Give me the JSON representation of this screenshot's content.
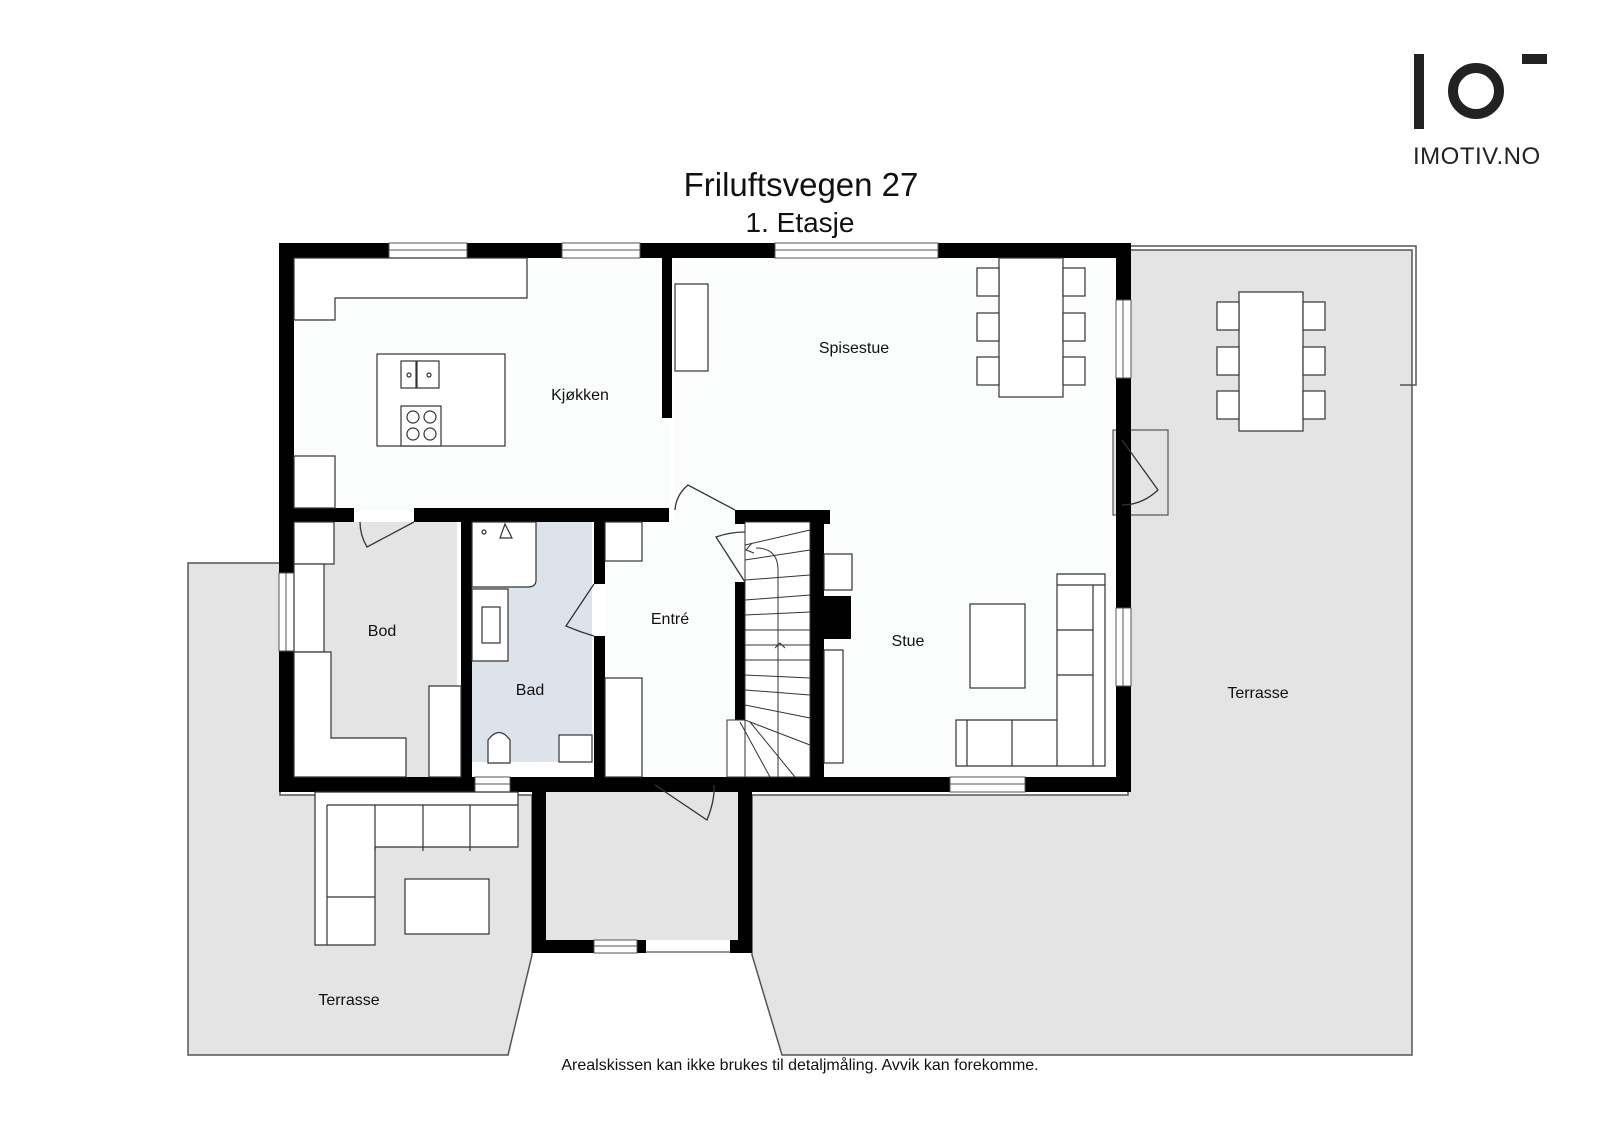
{
  "header": {
    "title": "Friluftsvegen 27",
    "subtitle": "1. Etasje"
  },
  "logo": {
    "icon": "imotiv-logo-icon",
    "text": "IMOTIV.NO"
  },
  "rooms": [
    {
      "id": "kjokken",
      "label": "Kjøkken"
    },
    {
      "id": "spisestue",
      "label": "Spisestue"
    },
    {
      "id": "bod",
      "label": "Bod"
    },
    {
      "id": "bad",
      "label": "Bad"
    },
    {
      "id": "entre",
      "label": "Entré"
    },
    {
      "id": "stue",
      "label": "Stue"
    },
    {
      "id": "terrasse-east",
      "label": "Terrasse"
    },
    {
      "id": "terrasse-southwest",
      "label": "Terrasse"
    }
  ],
  "footer": {
    "disclaimer": "Arealskissen kan ikke brukes til detaljmåling. Avvik kan forekomme."
  },
  "colors": {
    "wall": "#000000",
    "floor": "#fbfcfc",
    "terrace": "#e4e4e4",
    "bathroom": "#dde3ea",
    "furniture_stroke": "#333333"
  }
}
